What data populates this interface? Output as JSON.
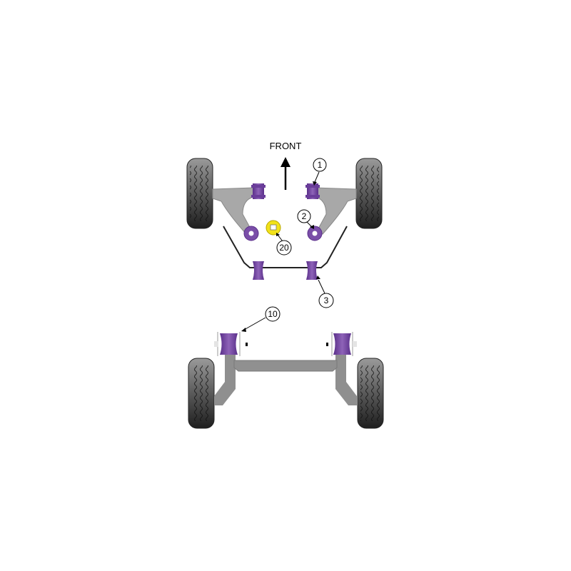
{
  "direction_label": "FRONT",
  "callouts": [
    "1",
    "2",
    "20",
    "3",
    "10"
  ],
  "colors": {
    "bush": "#6a3d9a",
    "bush_light": "#8e63b8",
    "poly_yellow": "#f2e21a",
    "arm": "#a8a8a8",
    "tyre": "#2a2a2a"
  }
}
